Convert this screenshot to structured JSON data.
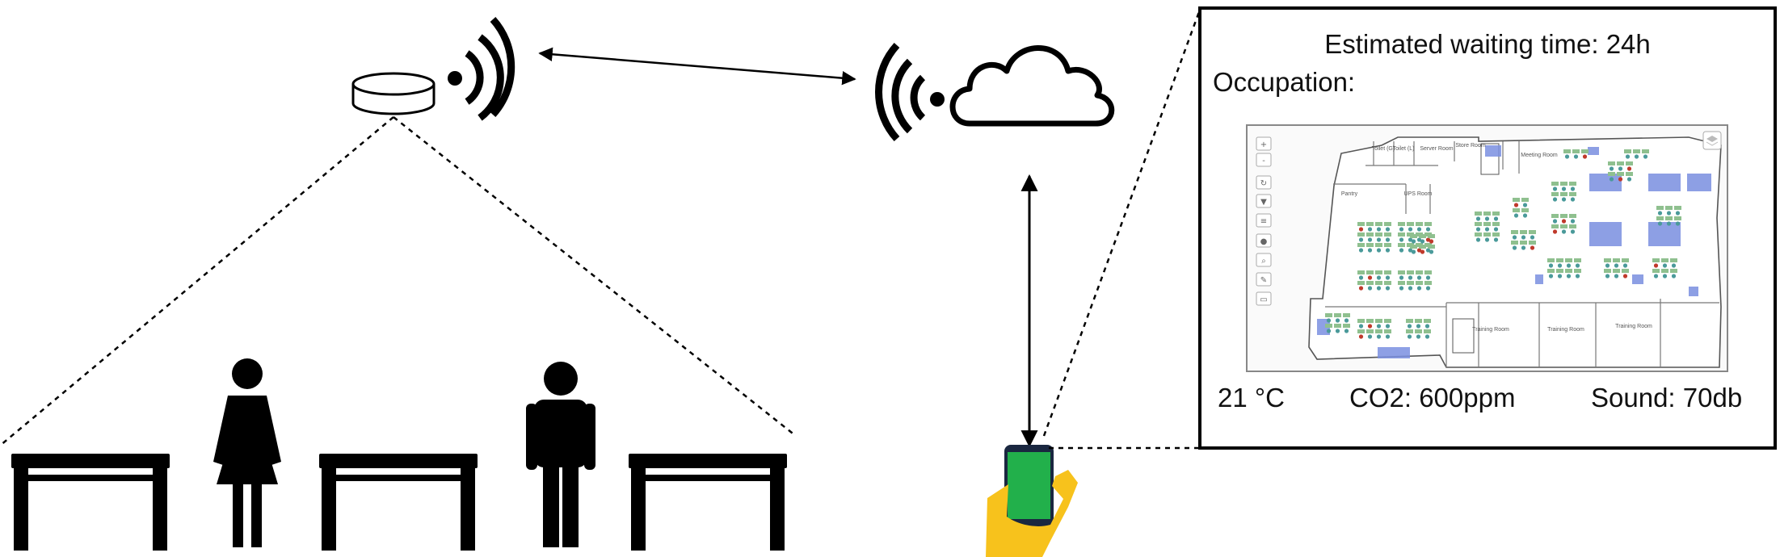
{
  "info_panel": {
    "waiting_time": "Estimated waiting time: 24h",
    "occupation_label": "Occupation:",
    "temperature": "21 °C",
    "co2": "CO2: 600ppm",
    "sound": "Sound: 70db"
  },
  "floor_plan": {
    "rooms": [
      "Toilet (G)",
      "Toilet (L)",
      "Server Room",
      "Store Room",
      "Meeting Room",
      "Pantry",
      "UPS Room",
      "Training Room",
      "Training Room",
      "Training Room"
    ],
    "toolbar_icons": [
      "zoom-in",
      "zoom-out",
      "refresh",
      "filter",
      "list",
      "person",
      "search",
      "edit",
      "print",
      "layers"
    ]
  },
  "colors": {
    "stroke": "#000000",
    "phone_screen": "#22b04b",
    "phone_body": "#1a2740",
    "hand": "#f7c21c",
    "seat_teal": "#4a9a9a",
    "seat_green": "#8fc08f",
    "seat_red": "#c0392b",
    "room_blue": "#7a8fe0"
  },
  "icons": [
    "sensor-device-icon",
    "wifi-signal-icon",
    "cloud-icon",
    "table-icon",
    "woman-icon",
    "man-icon",
    "smartphone-in-hand-icon"
  ]
}
